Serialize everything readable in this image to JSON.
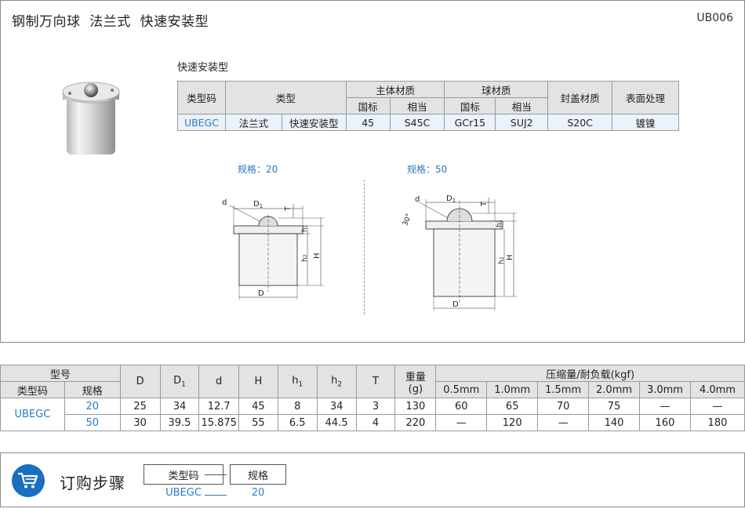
{
  "header": {
    "title": "钢制万向球  法兰式  快速安装型",
    "code": "UB006"
  },
  "subtitle": "快速安装型",
  "spec_table": {
    "headers": {
      "type_code": "类型码",
      "type": "类型",
      "body_material": "主体材质",
      "ball_material": "球材质",
      "cover_material": "封盖材质",
      "surface": "表面处理",
      "standard": "国标",
      "equivalent": "相当"
    },
    "row": {
      "type_code": "UBEGC",
      "type_a": "法兰式",
      "type_b": "快速安装型",
      "body_std": "45",
      "body_eq": "S45C",
      "ball_std": "GCr15",
      "ball_eq": "SUJ2",
      "cover": "S20C",
      "surface": "镀镍"
    }
  },
  "drawings": {
    "size20_label": "规格：20",
    "size50_label": "规格：50",
    "labels": {
      "d": "d",
      "D1": "D",
      "D1_sub": "1",
      "T": "T",
      "h1": "h",
      "h1_sub": "1",
      "h2": "h",
      "h2_sub": "2",
      "H": "H",
      "D": "D",
      "angle": "30°"
    }
  },
  "dims_table": {
    "headers": {
      "model": "型号",
      "type_code": "类型码",
      "spec": "规格",
      "D": "D",
      "D1": "D",
      "D1_sub": "1",
      "d": "d",
      "H": "H",
      "h1": "h",
      "h1_sub": "1",
      "h2": "h",
      "h2_sub": "2",
      "T": "T",
      "weight": "重量",
      "weight_unit": "(g)",
      "load": "压缩量/耐负载(kgf)",
      "loads": [
        "0.5mm",
        "1.0mm",
        "1.5mm",
        "2.0mm",
        "3.0mm",
        "4.0mm"
      ]
    },
    "type_code": "UBEGC",
    "rows": [
      {
        "spec": "20",
        "D": "25",
        "D1": "34",
        "d": "12.7",
        "H": "45",
        "h1": "8",
        "h2": "34",
        "T": "3",
        "weight": "130",
        "loads": [
          "60",
          "65",
          "70",
          "75",
          "—",
          "—"
        ]
      },
      {
        "spec": "50",
        "D": "30",
        "D1": "39.5",
        "d": "15.875",
        "H": "55",
        "h1": "6.5",
        "h2": "44.5",
        "T": "4",
        "weight": "220",
        "loads": [
          "—",
          "120",
          "—",
          "140",
          "160",
          "180"
        ]
      }
    ]
  },
  "order": {
    "title": "订购步骤",
    "box1": "类型码",
    "box2": "规格",
    "val1": "UBEGC",
    "val2": "20"
  },
  "colors": {
    "accent": "#1a6fbe",
    "link": "#2a79c6",
    "header_bg": "#e3e3e3",
    "row_bg": "#eaf2fb"
  },
  "icons": {
    "cart": "cart-icon"
  }
}
